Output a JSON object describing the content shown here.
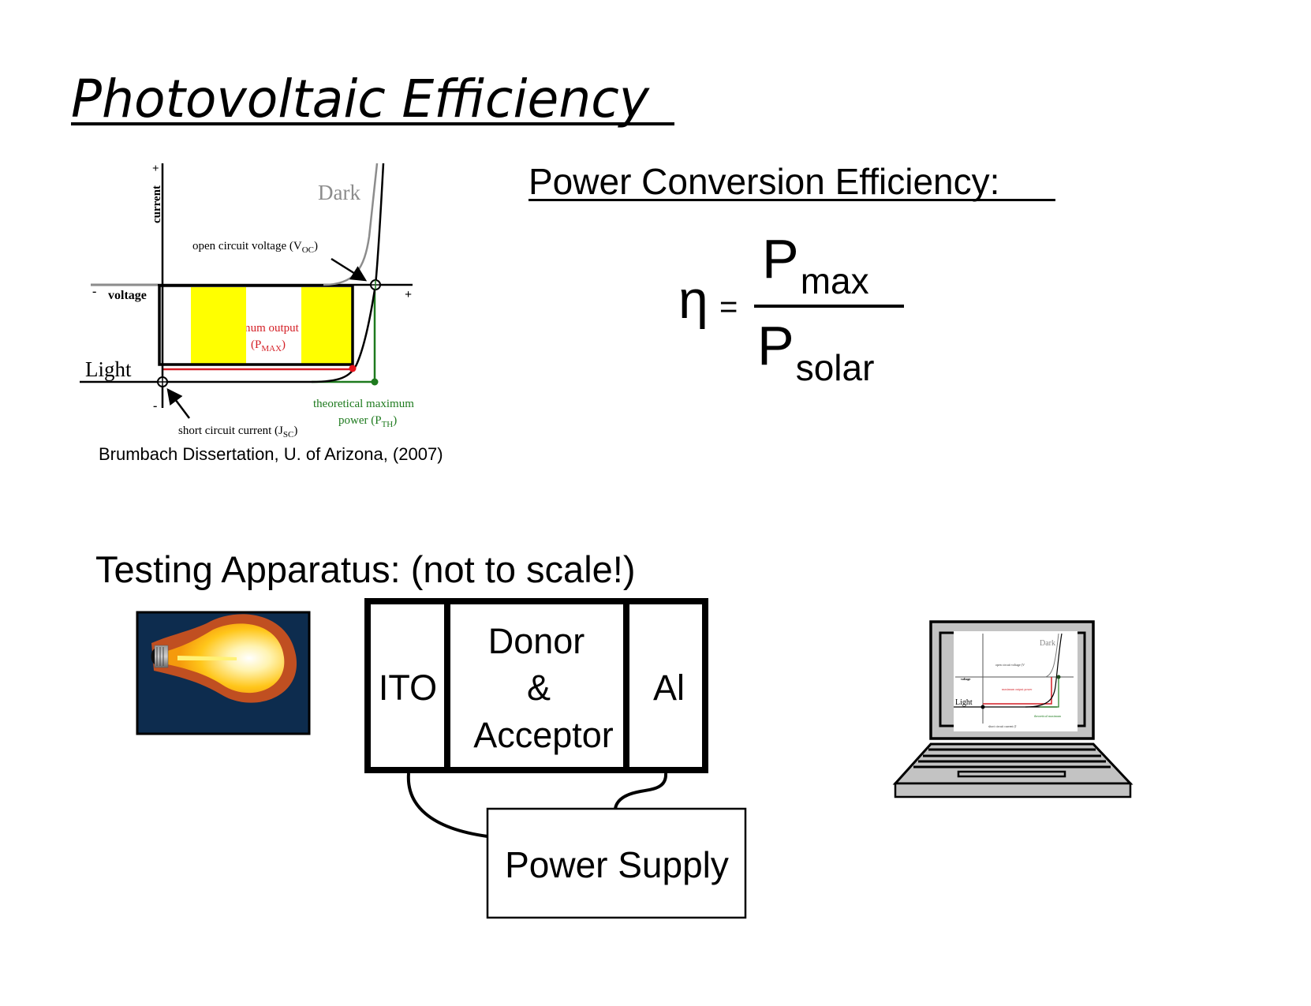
{
  "slide": {
    "title": "Photovoltaic Efficiency"
  },
  "iv_diagram": {
    "axis_labels": {
      "current": "current",
      "voltage": "voltage",
      "plus": "+",
      "minus": "-"
    },
    "curves": {
      "dark": "Dark",
      "light": "Light"
    },
    "annotations": {
      "voc_prefix": "open circuit voltage (V",
      "voc_sub": "OC",
      "voc_suffix": ")",
      "pmax_line1_partial": "m output p",
      "pmax_line1_full": "maximum output power",
      "pmax_prefix": "(P",
      "pmax_sub": "MAX",
      "pmax_suffix": ")",
      "pth_line1": "theoretical maximum",
      "pth_prefix": "power (P",
      "pth_sub": "TH",
      "pth_suffix": ")",
      "jsc_prefix": "short circuit current (J",
      "jsc_sub": "SC",
      "jsc_suffix": ")"
    },
    "colors": {
      "dark_curve": "#8c8c8c",
      "light_curve": "#000000",
      "pmax": "#d41f26",
      "pth": "#1e7a1e",
      "highlight": "#ffff00"
    },
    "caption": "Brumbach Dissertation, U. of Arizona, (2007)"
  },
  "efficiency": {
    "heading": "Power Conversion Efficiency:",
    "symbol": "η",
    "equals": "=",
    "numerator_main": "P",
    "numerator_sub": "max",
    "denominator_main": "P",
    "denominator_sub": "solar"
  },
  "apparatus": {
    "heading": "Testing Apparatus: (not to scale!)",
    "light_source_icon": "light-bulb-icon",
    "device_layers": [
      {
        "label": "ITO"
      },
      {
        "label_lines": [
          "Donor",
          "&",
          "Acceptor"
        ]
      },
      {
        "label": "Al"
      }
    ],
    "power_supply": "Power Supply",
    "computer_icon": "laptop-icon",
    "bulb_colors": {
      "background": "#0d2c4e",
      "glow": "#e0561a",
      "glass": "#ffc61a"
    }
  }
}
